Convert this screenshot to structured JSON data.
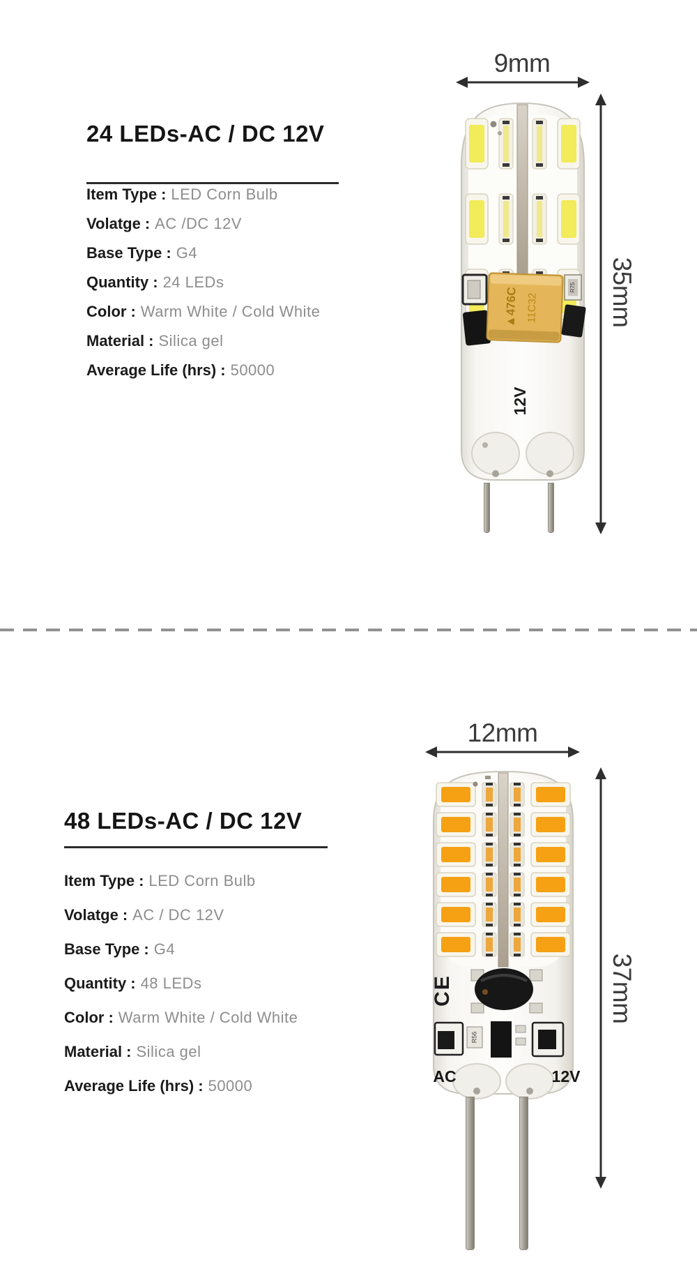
{
  "separator": ":",
  "divider": {
    "type": "dashed-line",
    "color": "#929292"
  },
  "products": [
    {
      "title": "24 LEDs-AC / DC 12V",
      "specs": [
        {
          "label": "Item Type",
          "value": "LED Corn Bulb"
        },
        {
          "label": "Volatge",
          "value": "AC /DC 12V"
        },
        {
          "label": "Base Type",
          "value": "G4"
        },
        {
          "label": "Quantity",
          "value": "24 LEDs"
        },
        {
          "label": "Color",
          "value": "Warm White / Cold White"
        },
        {
          "label": "Material",
          "value": "Silica gel"
        },
        {
          "label": "Average Life (hrs)",
          "value": "50000"
        }
      ],
      "dimensions": {
        "width_label": "9mm",
        "height_label": "35mm"
      },
      "photo": {
        "led_style": "cold-white",
        "led_color": "#f2eb5a",
        "markings": {
          "capacitor_line1": "▲476C",
          "capacitor_line2": "11C32",
          "base_voltage": "12V",
          "resistor": "R75"
        }
      }
    },
    {
      "title": "48 LEDs-AC / DC 12V",
      "specs": [
        {
          "label": "Item Type",
          "value": "LED Corn Bulb"
        },
        {
          "label": "Volatge",
          "value": "AC / DC 12V"
        },
        {
          "label": "Base Type",
          "value": "G4"
        },
        {
          "label": "Quantity",
          "value": "48 LEDs"
        },
        {
          "label": "Color",
          "value": "Warm White / Cold White"
        },
        {
          "label": "Material",
          "value": "Silica gel"
        },
        {
          "label": "Average Life (hrs)",
          "value": "50000"
        }
      ],
      "dimensions": {
        "width_label": "12mm",
        "height_label": "37mm"
      },
      "photo": {
        "led_style": "warm-white",
        "led_color": "#f5a113",
        "markings": {
          "ce_mark": "CE",
          "bottom_left": "AC",
          "bottom_right": "12V",
          "resistor": "R56"
        }
      }
    }
  ]
}
